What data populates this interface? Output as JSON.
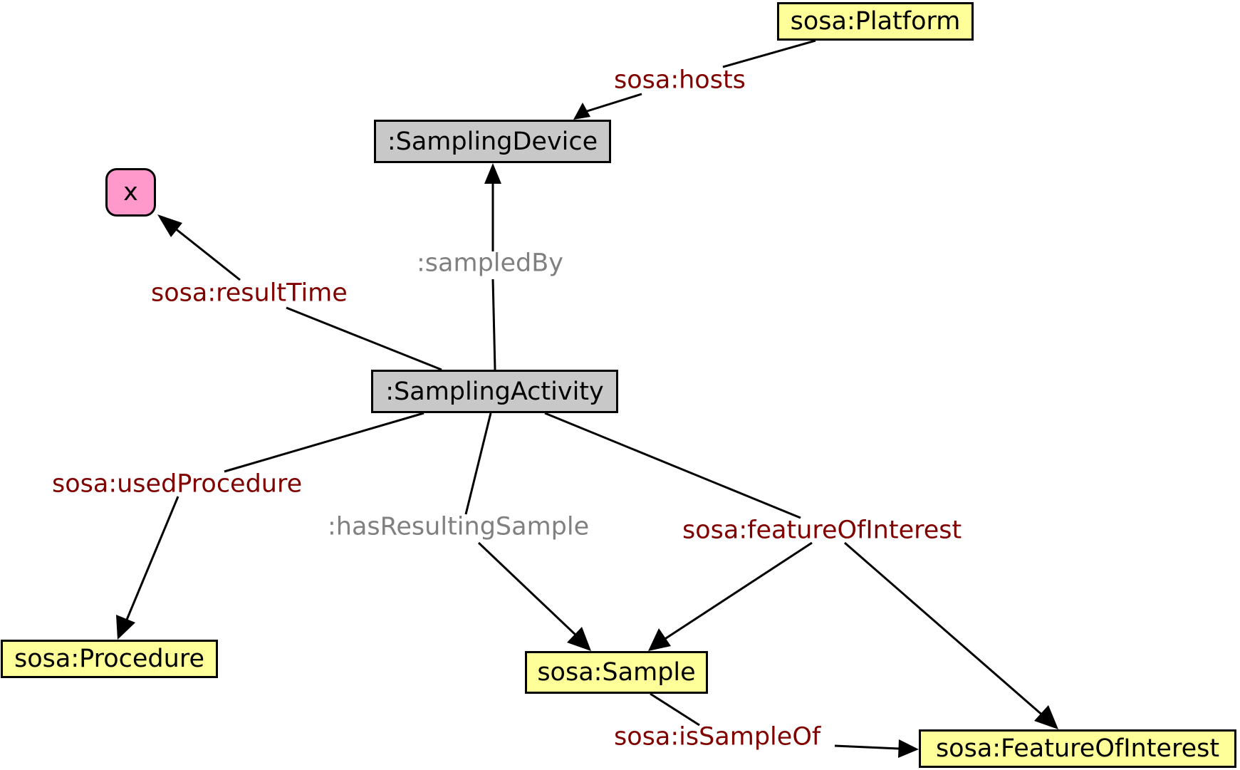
{
  "diagram": {
    "nodes": [
      {
        "id": "platform",
        "label": "sosa:Platform",
        "kind": "class"
      },
      {
        "id": "samplingdevice",
        "label": ":SamplingDevice",
        "kind": "instance"
      },
      {
        "id": "x",
        "label": "x",
        "kind": "literal"
      },
      {
        "id": "samplingactivity",
        "label": ":SamplingActivity",
        "kind": "instance"
      },
      {
        "id": "procedure",
        "label": "sosa:Procedure",
        "kind": "class"
      },
      {
        "id": "sample",
        "label": "sosa:Sample",
        "kind": "class"
      },
      {
        "id": "featureofinterest",
        "label": "sosa:FeatureOfInterest",
        "kind": "class"
      }
    ],
    "edges": [
      {
        "id": "hosts",
        "label": "sosa:hosts",
        "from": "platform",
        "to": "samplingdevice",
        "style": "std"
      },
      {
        "id": "sampledby",
        "label": ":sampledBy",
        "from": "samplingactivity",
        "to": "samplingdevice",
        "style": "local"
      },
      {
        "id": "resulttime",
        "label": "sosa:resultTime",
        "from": "samplingactivity",
        "to": "x",
        "style": "std"
      },
      {
        "id": "usedprocedure",
        "label": "sosa:usedProcedure",
        "from": "samplingactivity",
        "to": "procedure",
        "style": "std"
      },
      {
        "id": "hasresultingsample",
        "label": ":hasResultingSample",
        "from": "samplingactivity",
        "to": "sample",
        "style": "local"
      },
      {
        "id": "featureofinterest",
        "label": "sosa:featureOfInterest",
        "from": "samplingactivity",
        "to": [
          "sample",
          "featureofinterest"
        ],
        "style": "std"
      },
      {
        "id": "issampleof",
        "label": "sosa:isSampleOf",
        "from": "sample",
        "to": "featureofinterest",
        "style": "std"
      }
    ],
    "colors": {
      "class_fill": "#ffff99",
      "instance_fill": "#c8c8c8",
      "literal_fill": "#ff99cc",
      "std_label": "#800000",
      "local_label": "#808080"
    }
  }
}
